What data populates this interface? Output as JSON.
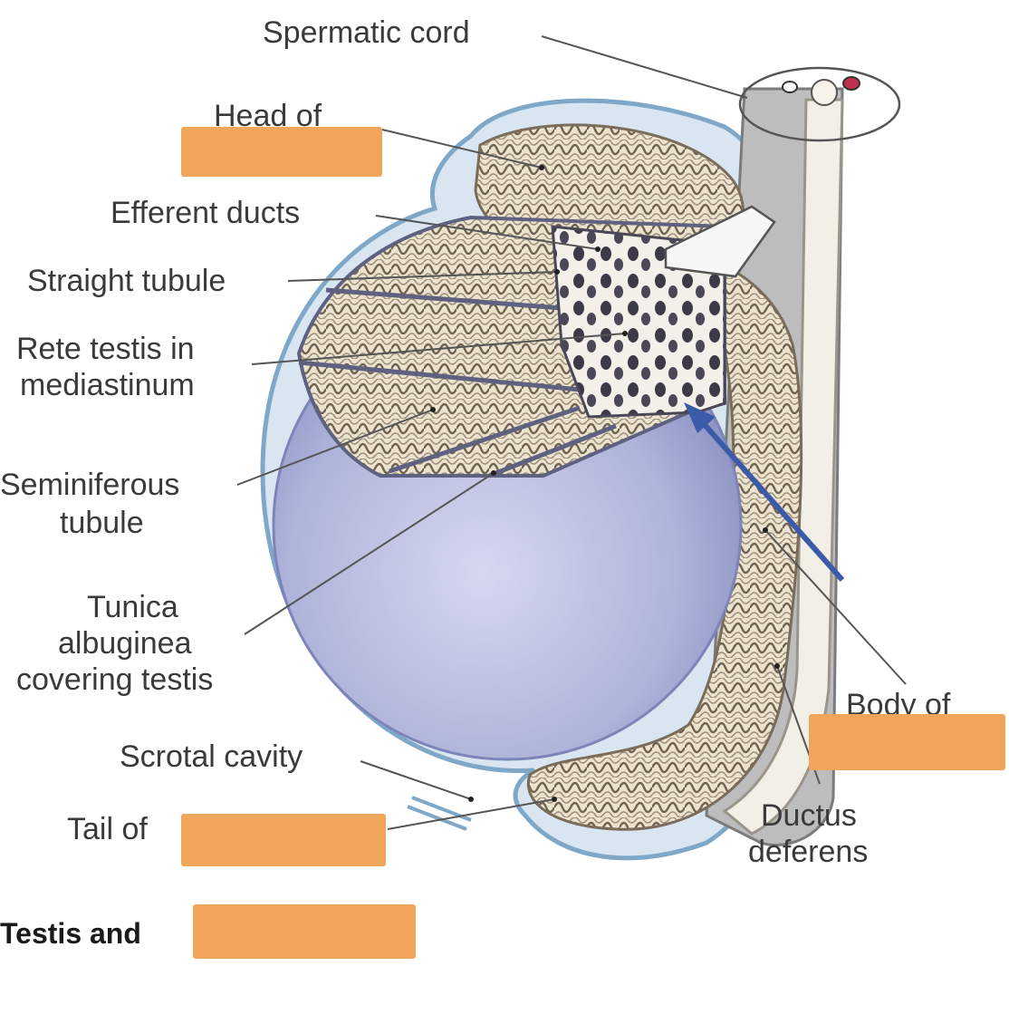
{
  "labels": {
    "spermatic_cord": "Spermatic cord",
    "head_of": "Head of",
    "efferent_ducts": "Efferent ducts",
    "straight_tubule": "Straight tubule",
    "rete_testis": "Rete testis in",
    "rete_testis_2": "mediastinum",
    "seminiferous": "Seminiferous",
    "seminiferous_2": "tubule",
    "tunica_1": "Tunica",
    "tunica_2": "albuginea",
    "tunica_3": "covering testis",
    "scrotal_cavity": "Scrotal cavity",
    "tail_of": "Tail of",
    "body_of": "Body of",
    "ductus_1": "Ductus",
    "ductus_2": "deferens"
  },
  "caption": "Testis and",
  "colors": {
    "mask": "#f0a65a",
    "arrow": "#3b5aa8",
    "testis": "#b9bde0",
    "tubule": "#ece3cf",
    "duct": "#f2efe6"
  }
}
